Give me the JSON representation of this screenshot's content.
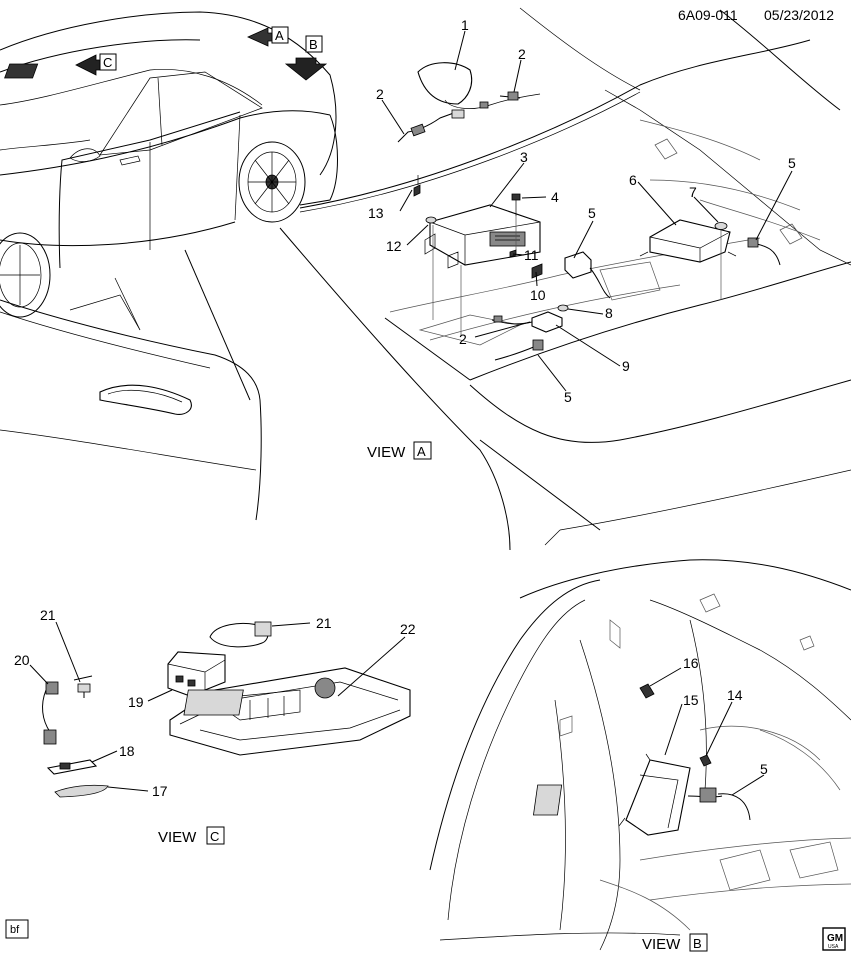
{
  "header": {
    "diagram_id": "6A09-011",
    "date": "05/23/2012"
  },
  "views": [
    {
      "prefix": "VIEW",
      "letter": "A"
    },
    {
      "prefix": "VIEW",
      "letter": "B"
    },
    {
      "prefix": "VIEW",
      "letter": "C"
    }
  ],
  "view_arrows": [
    "A",
    "B",
    "C"
  ],
  "callouts": {
    "c1": "1",
    "c2a": "2",
    "c2b": "2",
    "c2c": "2",
    "c3": "3",
    "c4": "4",
    "c5a": "5",
    "c5b": "5",
    "c5c": "5",
    "c5d": "5",
    "c6": "6",
    "c7": "7",
    "c8": "8",
    "c9": "9",
    "c10": "10",
    "c11": "11",
    "c12": "12",
    "c13": "13",
    "c14": "14",
    "c15": "15",
    "c16": "16",
    "c17": "17",
    "c18": "18",
    "c19": "19",
    "c20": "20",
    "c21a": "21",
    "c21b": "21",
    "c22": "22"
  },
  "footer": {
    "tag": "bf",
    "logo_top": "GM",
    "logo_bottom": "USA"
  }
}
